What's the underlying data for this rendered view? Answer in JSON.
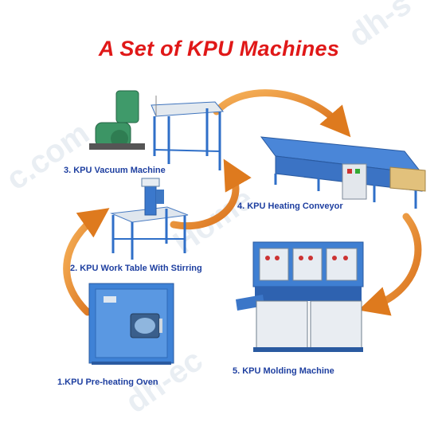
{
  "title": "A Set of KPU Machines",
  "steps": [
    {
      "label": "1.KPU Pre-heating Oven"
    },
    {
      "label": "2. KPU Work Table With Stirring"
    },
    {
      "label": "3. KPU Vacuum Machine"
    },
    {
      "label": "4. KPU Heating Conveyor"
    },
    {
      "label": "5. KPU Molding Machine"
    }
  ],
  "colors": {
    "title": "#e01818",
    "labels": "#1e3fa0",
    "arrow": "#e88a22",
    "machine": "#2f6fc8"
  }
}
